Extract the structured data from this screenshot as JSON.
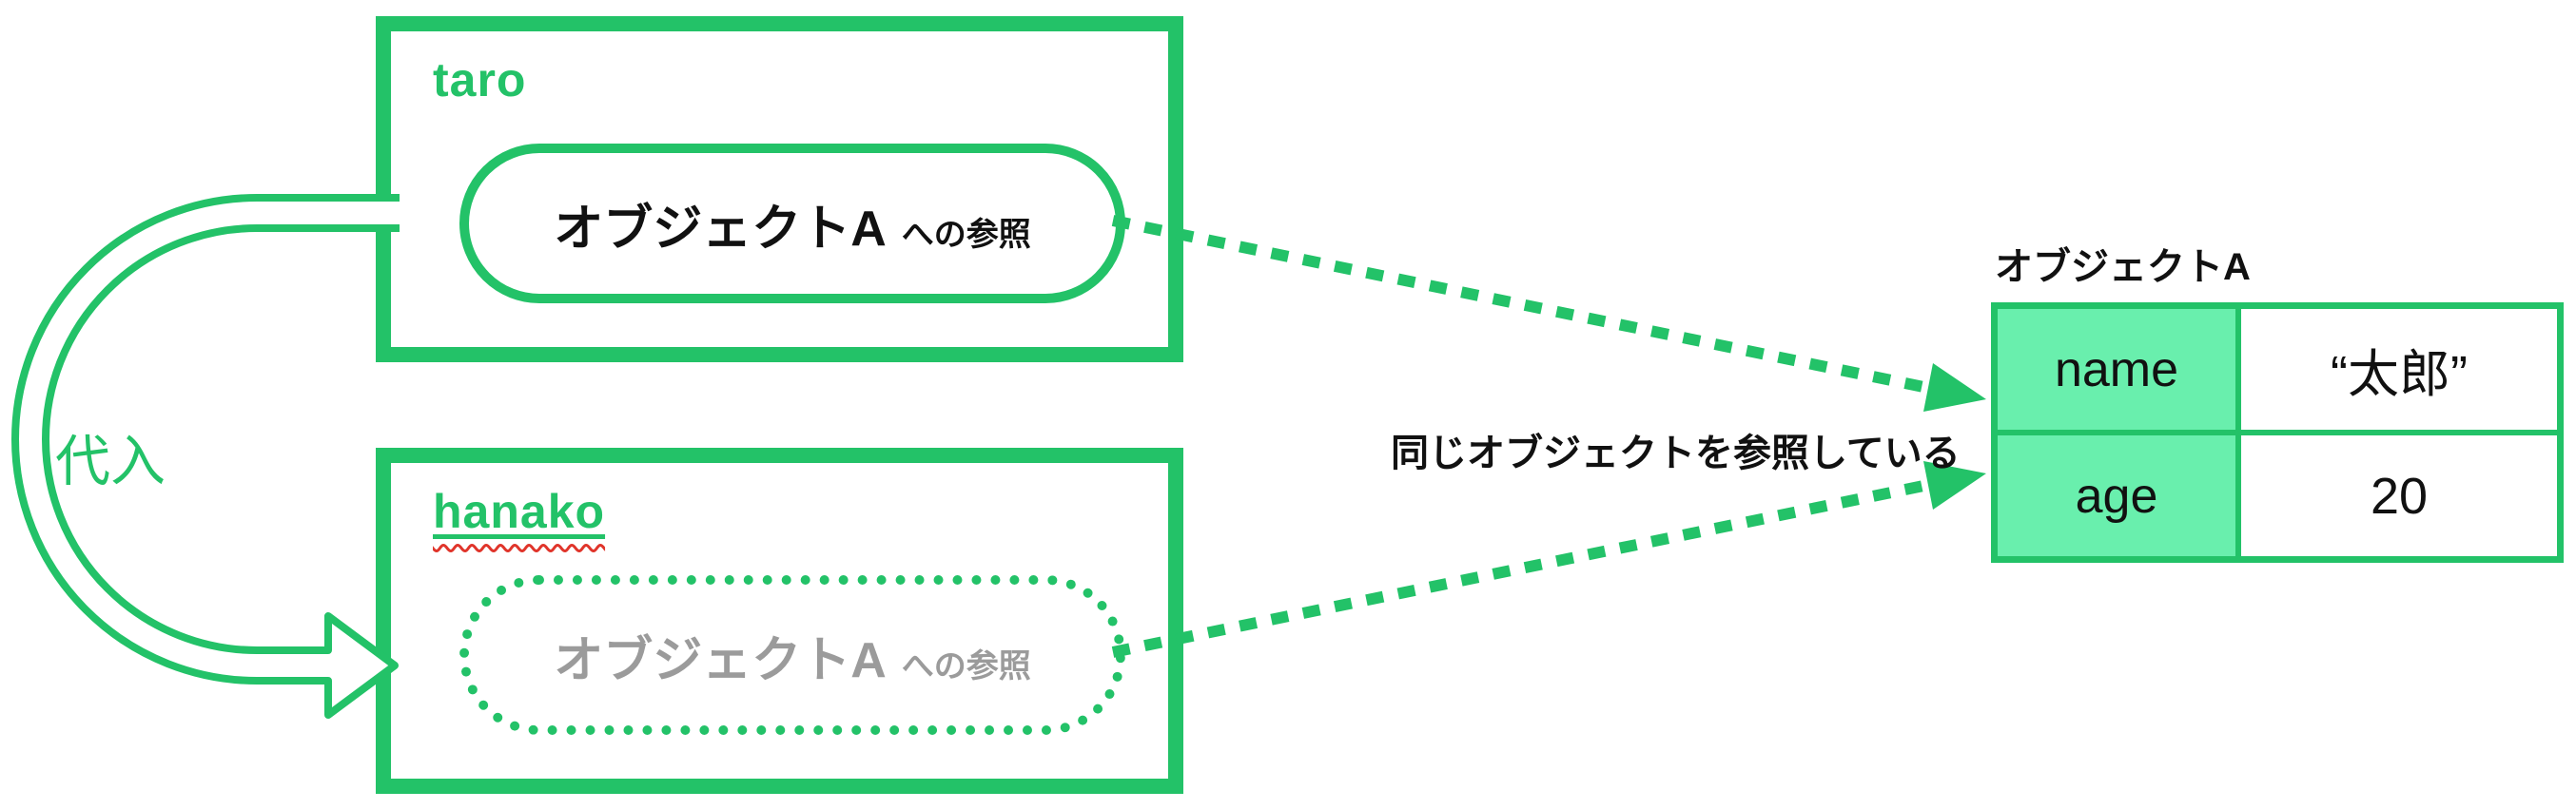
{
  "colors": {
    "green": "#23C268",
    "mint_cell": "#69EFAD",
    "gray_reference_text": "#9B9B9B",
    "text": "#111111",
    "spellcheck_red": "#E0352B"
  },
  "variables": {
    "taro": {
      "label": "taro",
      "reference_main": "オブジェクトA",
      "reference_suffix": "への参照"
    },
    "hanako": {
      "label": "hanako",
      "reference_main": "オブジェクトA",
      "reference_suffix": "への参照"
    }
  },
  "assignment_label": "代入",
  "annotation": "同じオブジェクトを参照している",
  "object_table": {
    "title": "オブジェクトA",
    "rows": [
      {
        "key": "name",
        "value": "“太郎”"
      },
      {
        "key": "age",
        "value": "20"
      }
    ]
  }
}
